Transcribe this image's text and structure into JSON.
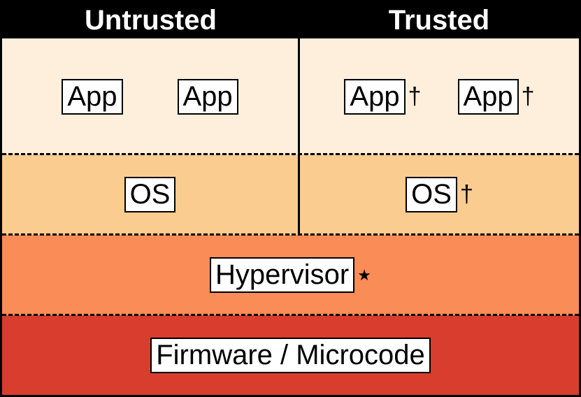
{
  "headers": {
    "untrusted": "Untrusted",
    "trusted": "Trusted"
  },
  "layers": {
    "untrusted_apps": [
      "App",
      "App"
    ],
    "trusted_apps": [
      "App",
      "App"
    ],
    "trusted_app_marker": "†",
    "untrusted_os": "OS",
    "trusted_os": "OS",
    "trusted_os_marker": "†",
    "hypervisor": "Hypervisor",
    "hypervisor_marker": "★",
    "firmware": "Firmware / Microcode"
  },
  "colors": {
    "header_bg": "#000000",
    "app_layer": "#fdefdc",
    "os_layer": "#fbcc8f",
    "hypervisor_layer": "#fa8c58",
    "firmware_layer": "#d93d2d"
  }
}
